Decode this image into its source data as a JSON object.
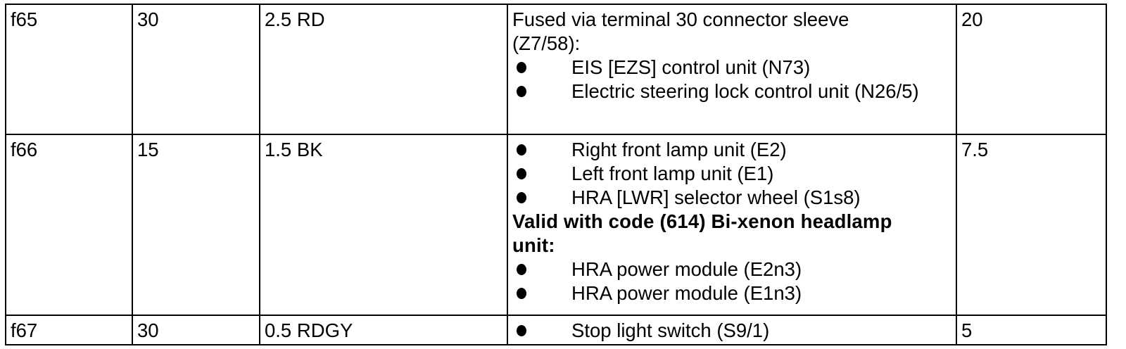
{
  "table": {
    "rows": [
      {
        "fuse": "f65",
        "terminal": "30",
        "wire": "2.5 RD",
        "amps": "20",
        "description": [
          {
            "style": "plain",
            "text": "Fused via terminal 30 connector sleeve"
          },
          {
            "style": "plain",
            "text": "(Z7/58):"
          },
          {
            "style": "bullet",
            "text": "EIS [EZS] control unit (N73)"
          },
          {
            "style": "bullet",
            "text": "Electric steering lock control unit (N26/5)"
          }
        ]
      },
      {
        "fuse": "f66",
        "terminal": "15",
        "wire": "1.5 BK",
        "amps": "7.5",
        "description": [
          {
            "style": "bullet",
            "text": "Right front lamp unit (E2)"
          },
          {
            "style": "bullet",
            "text": "Left front lamp unit (E1)"
          },
          {
            "style": "bullet",
            "text": "HRA [LWR] selector wheel (S1s8)"
          },
          {
            "style": "bold",
            "text": "Valid with code (614) Bi-xenon headlamp"
          },
          {
            "style": "bold",
            "text": "unit:"
          },
          {
            "style": "bullet",
            "text": "HRA power module (E2n3)"
          },
          {
            "style": "bullet",
            "text": "HRA power module (E1n3)"
          }
        ]
      },
      {
        "fuse": "f67",
        "terminal": "30",
        "wire": "0.5 RDGY",
        "amps": "5",
        "description": [
          {
            "style": "bullet",
            "text": "Stop light switch (S9/1)"
          }
        ]
      }
    ]
  }
}
